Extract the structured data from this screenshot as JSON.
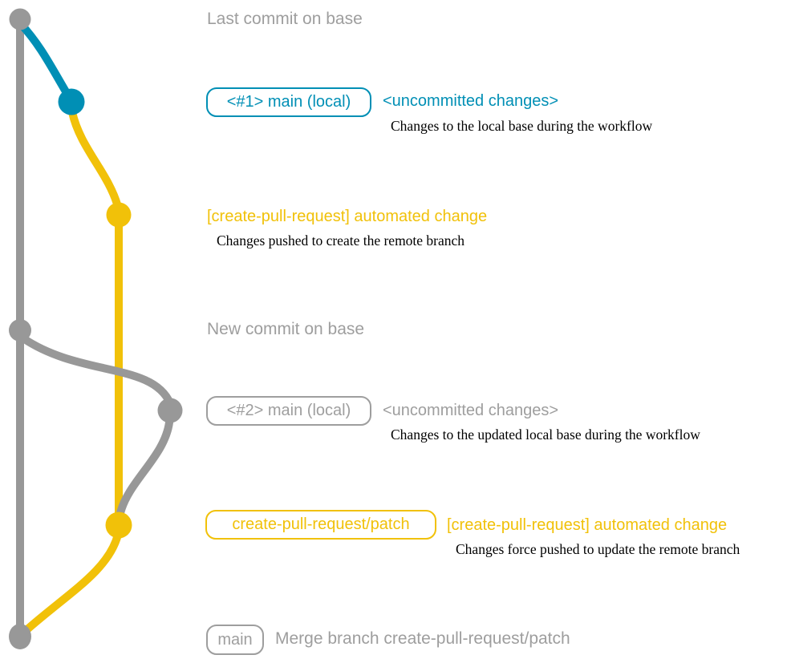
{
  "colors": {
    "graph_gray": "#989898",
    "label_gray": "#9e9e9e",
    "blue": "#008fb5",
    "yellow": "#f1c109",
    "description_text": "#000000",
    "background": "#ffffff"
  },
  "graph": {
    "branches": [
      {
        "name": "base",
        "color": "#989898"
      },
      {
        "name": "main (local)",
        "color": "#008fb5"
      },
      {
        "name": "create-pull-request/patch",
        "color": "#f1c109"
      }
    ],
    "commit_count": 7
  },
  "rows": {
    "r1": {
      "title": "Last commit on base"
    },
    "r2": {
      "badge": "<#1> main (local)",
      "title": "<uncommitted changes>",
      "description": "Changes to the local base during the workflow"
    },
    "r3": {
      "title": "[create-pull-request] automated change",
      "description": "Changes pushed to create the remote branch"
    },
    "r4": {
      "title": "New commit on base"
    },
    "r5": {
      "badge": "<#2> main (local)",
      "title": "<uncommitted changes>",
      "description": "Changes to the updated local base during the workflow"
    },
    "r6": {
      "badge": "create-pull-request/patch",
      "title": "[create-pull-request] automated change",
      "description": "Changes force pushed to update the remote branch"
    },
    "r7": {
      "badge": "main",
      "title": "Merge branch create-pull-request/patch"
    }
  }
}
